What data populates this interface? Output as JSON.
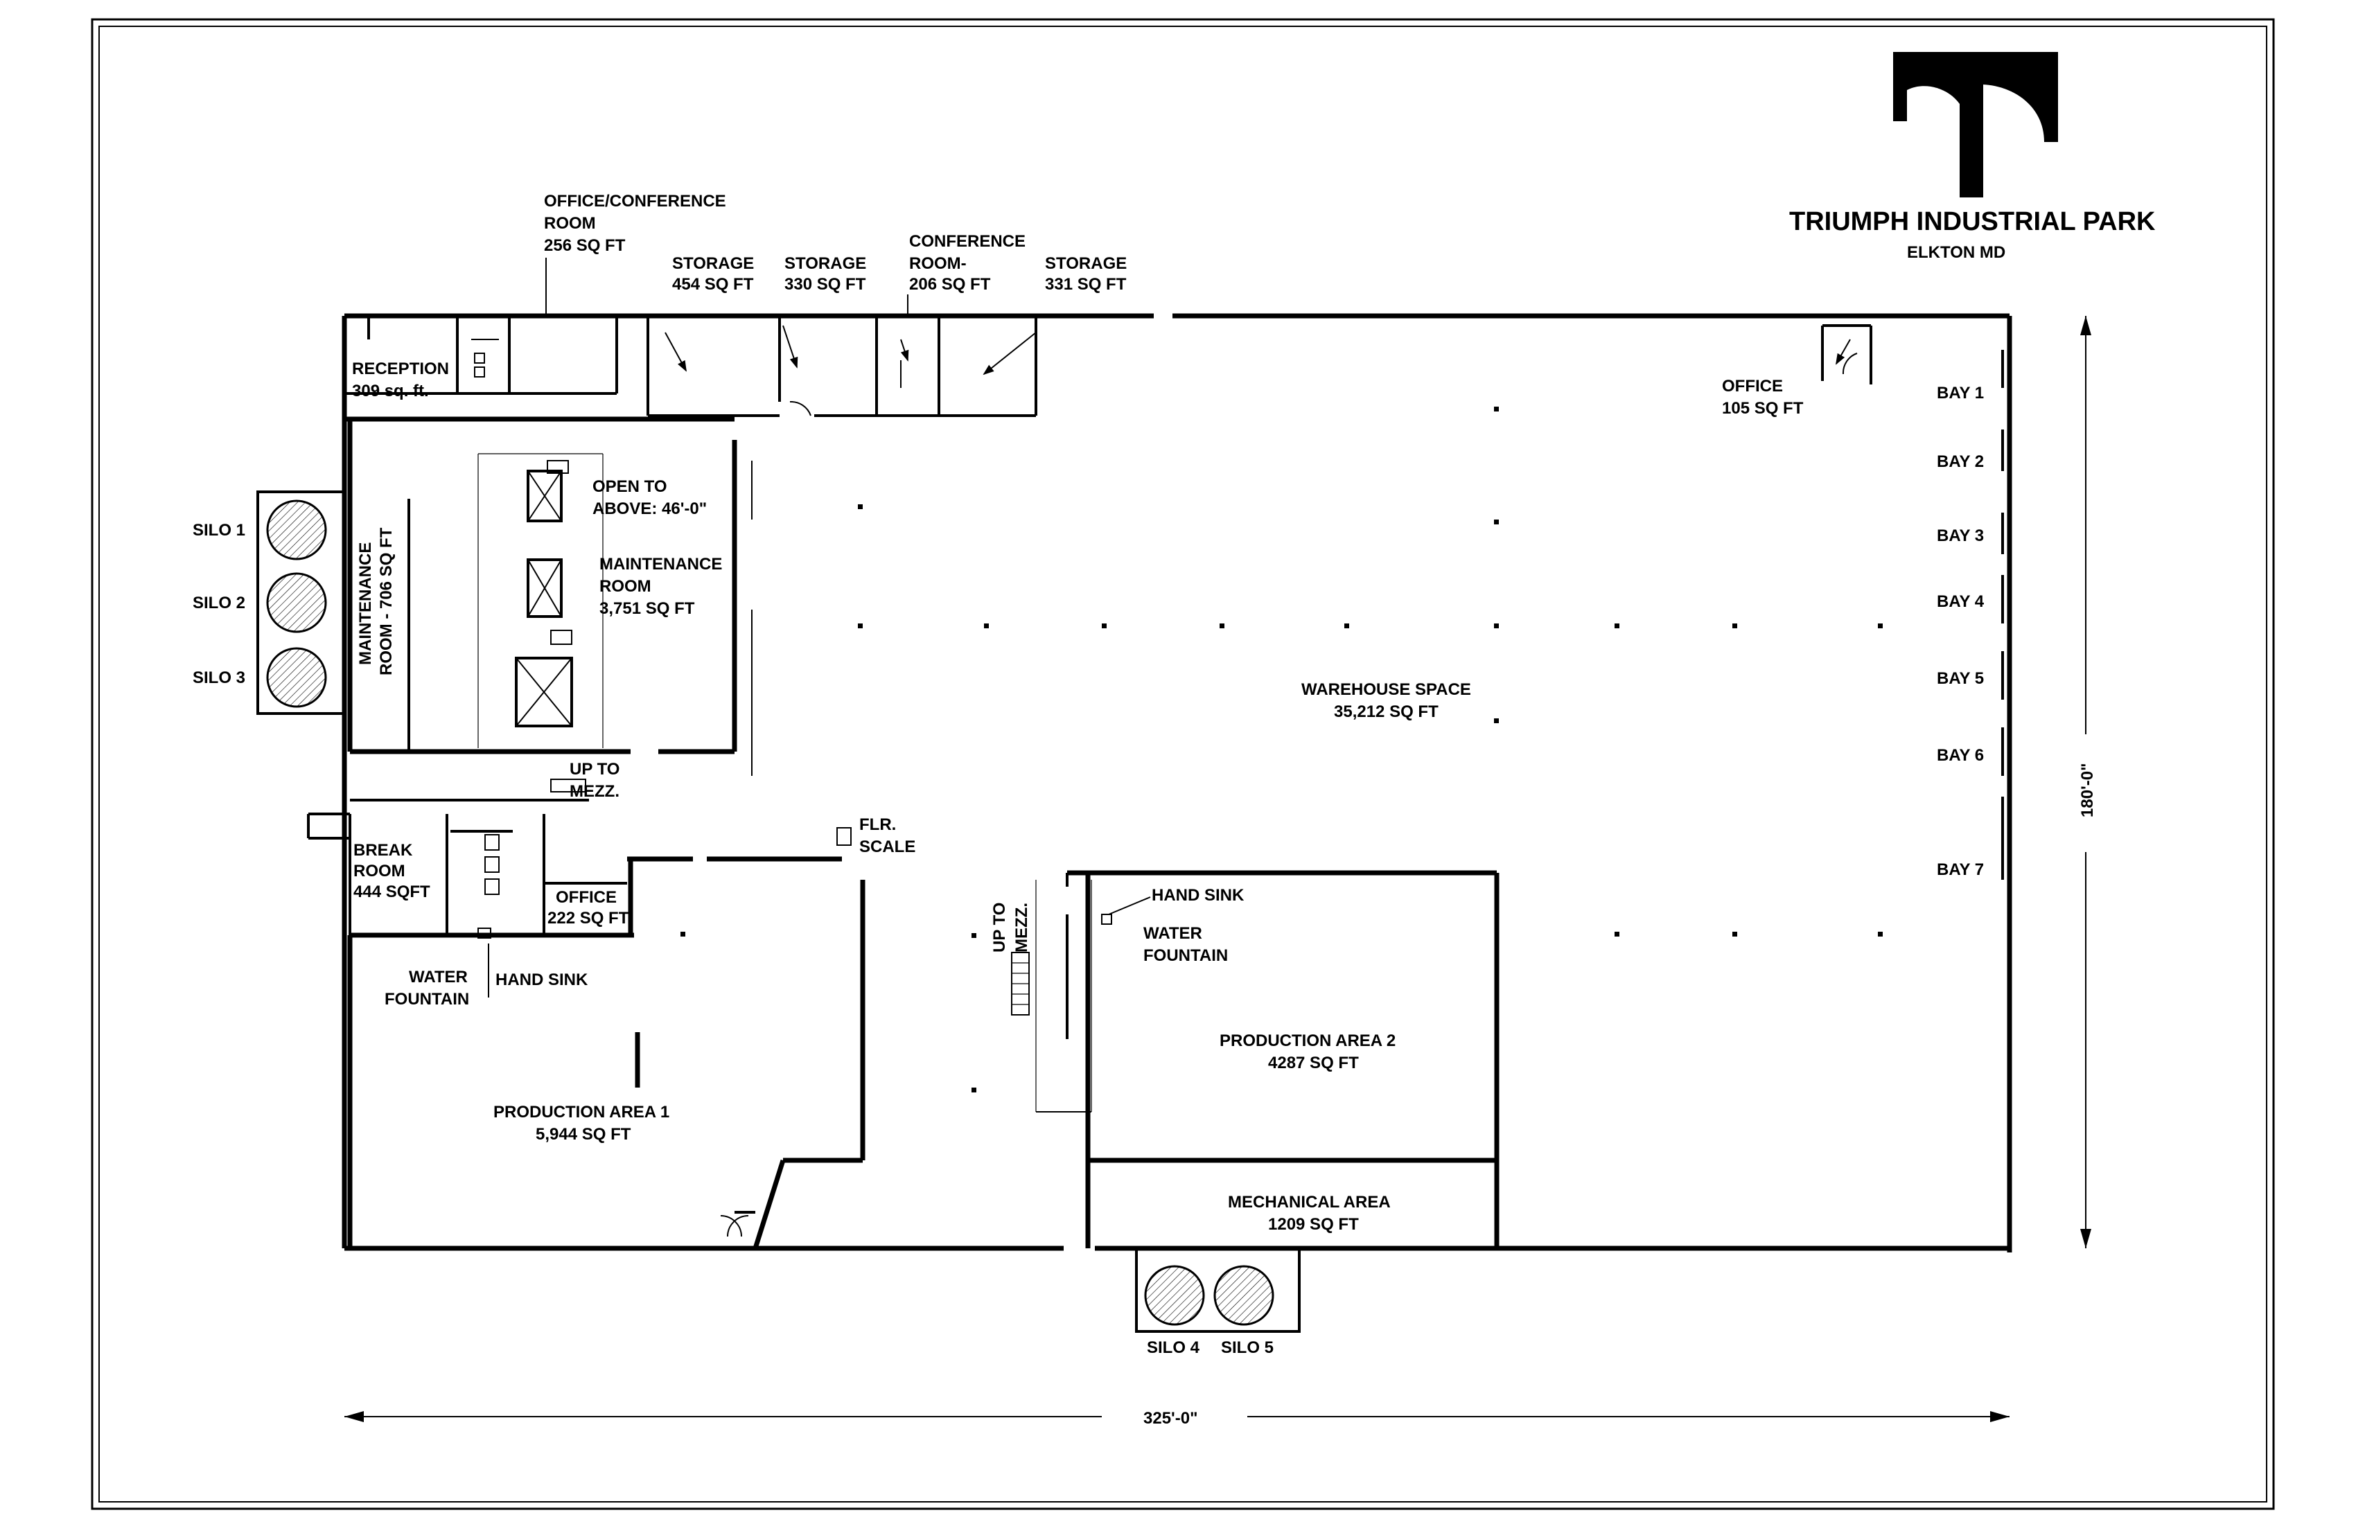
{
  "title": {
    "name": "TRIUMPH INDUSTRIAL PARK",
    "location": "ELKTON MD"
  },
  "dimensions": {
    "width": "325'-0\"",
    "depth": "180'-0\""
  },
  "rooms": {
    "office_conference": {
      "line1": "OFFICE/CONFERENCE",
      "line2": "ROOM",
      "area": "256 SQ FT"
    },
    "storage1": {
      "name": "STORAGE",
      "area": "454 SQ FT"
    },
    "storage2": {
      "name": "STORAGE",
      "area": "330 SQ FT"
    },
    "conference": {
      "line1": "CONFERENCE",
      "line2": "ROOM-",
      "area": "206 SQ FT"
    },
    "storage3": {
      "name": "STORAGE",
      "area": "331 SQ FT"
    },
    "reception": {
      "name": "RECEPTION",
      "area": "309 sq. ft."
    },
    "office_warehouse": {
      "name": "OFFICE",
      "area": "105 SQ FT"
    },
    "maintenance_small": {
      "line1": "MAINTENANCE",
      "line2": "ROOM - 706 SQ FT"
    },
    "open_to_above": {
      "line1": "OPEN TO",
      "line2": "ABOVE: 46'-0\""
    },
    "maintenance_room": {
      "line1": "MAINTENANCE",
      "line2": "ROOM",
      "area": "3,751 SQ FT"
    },
    "warehouse": {
      "name": "WAREHOUSE SPACE",
      "area": "35,212 SQ FT"
    },
    "up_to_mezz_1": {
      "line1": "UP TO",
      "line2": "MEZZ."
    },
    "up_to_mezz_2": {
      "line1": "UP TO",
      "line2": "MEZZ."
    },
    "break_room": {
      "line1": "BREAK",
      "line2": "ROOM",
      "area": "444 SQFT"
    },
    "office_small": {
      "name": "OFFICE",
      "area": "222 SQ FT"
    },
    "flr_scale": {
      "line1": "FLR.",
      "line2": "SCALE"
    },
    "water_fountain_1": {
      "line1": "WATER",
      "line2": "FOUNTAIN"
    },
    "hand_sink_1": "HAND SINK",
    "hand_sink_2": "HAND SINK",
    "water_fountain_2": {
      "line1": "WATER",
      "line2": "FOUNTAIN"
    },
    "production1": {
      "name": "PRODUCTION AREA 1",
      "area": "5,944 SQ FT"
    },
    "production2": {
      "name": "PRODUCTION AREA 2",
      "area": "4287 SQ FT"
    },
    "mechanical": {
      "name": "MECHANICAL AREA",
      "area": "1209 SQ FT"
    }
  },
  "silos": [
    "SILO 1",
    "SILO 2",
    "SILO 3",
    "SILO 4",
    "SILO 5"
  ],
  "bays": [
    "BAY 1",
    "BAY 2",
    "BAY 3",
    "BAY 4",
    "BAY 5",
    "BAY 6",
    "BAY 7"
  ],
  "logo": {
    "icon": "triumph-logo-icon"
  }
}
